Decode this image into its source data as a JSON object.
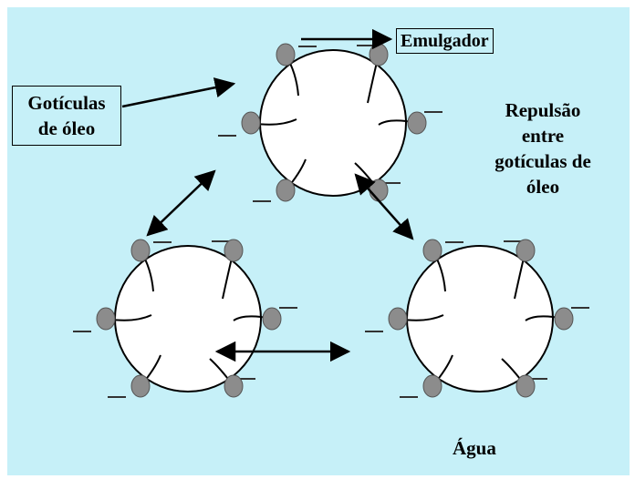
{
  "labels": {
    "emulsifier": "Emulgador",
    "droplets_line1": "Gotículas",
    "droplets_line2": "de óleo",
    "repulsion_line1": "Repulsão",
    "repulsion_line2": "entre",
    "repulsion_line3": "gotículas de",
    "repulsion_line4": "óleo",
    "water": "Água"
  },
  "colors": {
    "background": "#c6f0f8",
    "droplet_fill": "#ffffff",
    "emulsifier_head": "#8c8c8c",
    "outline": "#000000"
  }
}
